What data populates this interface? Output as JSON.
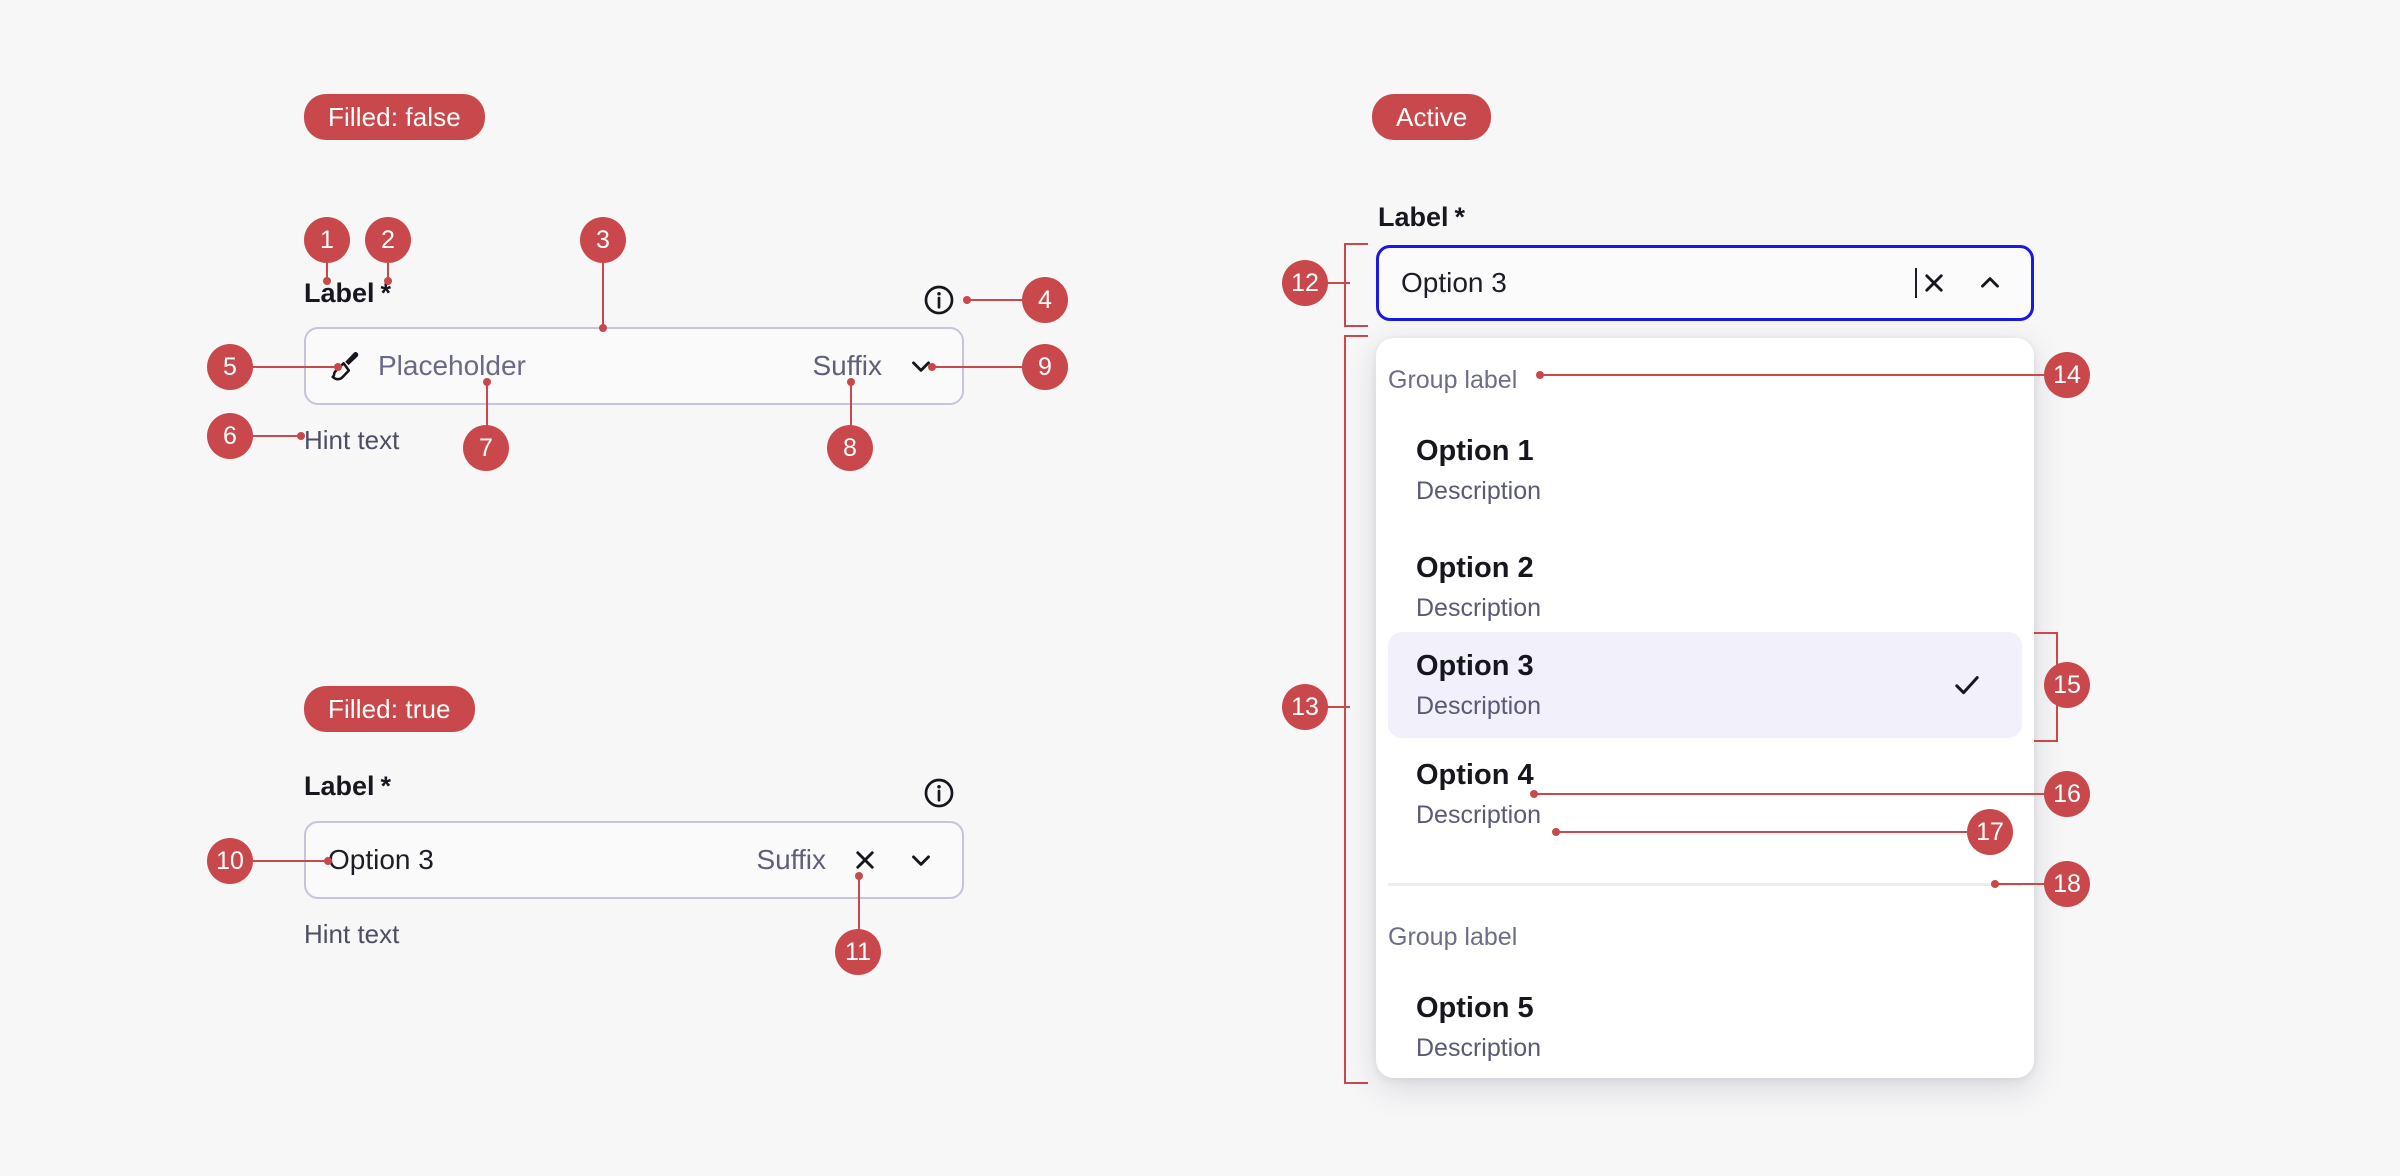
{
  "page": {
    "background": "#f7f7f8",
    "accent_marker_color": "#c9484c",
    "focus_border_color": "#1b18e0",
    "selected_row_color": "#f1f0fb",
    "border_color": "#c5c4da"
  },
  "sections": {
    "filled_false": {
      "badge": "Filled: false",
      "label": "Label",
      "required_mark": "*",
      "placeholder": "Placeholder",
      "suffix": "Suffix",
      "hint": "Hint text",
      "prefix_icon": "brush-icon",
      "info_icon": "info-circle-icon",
      "trailing_icon": "chevron-down-icon"
    },
    "filled_true": {
      "badge": "Filled: true",
      "label": "Label",
      "required_mark": "*",
      "value": "Option 3",
      "suffix": "Suffix",
      "hint": "Hint text",
      "info_icon": "info-circle-icon",
      "clear_icon": "close-x-icon",
      "trailing_icon": "chevron-down-icon"
    },
    "active": {
      "badge": "Active",
      "label": "Label",
      "required_mark": "*",
      "value": "Option 3",
      "clear_icon": "close-x-icon",
      "trailing_icon": "chevron-up-icon",
      "dropdown": {
        "groups": [
          {
            "label": "Group label",
            "options": [
              {
                "title": "Option 1",
                "description": "Description",
                "selected": false
              },
              {
                "title": "Option 2",
                "description": "Description",
                "selected": false
              },
              {
                "title": "Option 3",
                "description": "Description",
                "selected": true,
                "check_icon": "check-icon"
              },
              {
                "title": "Option 4",
                "description": "Description",
                "selected": false
              }
            ]
          },
          {
            "label": "Group label",
            "options": [
              {
                "title": "Option 5",
                "description": "Description",
                "selected": false
              }
            ]
          }
        ]
      }
    }
  },
  "markers": [
    {
      "n": "1",
      "target": "label-text"
    },
    {
      "n": "2",
      "target": "required-asterisk"
    },
    {
      "n": "3",
      "target": "input-container"
    },
    {
      "n": "4",
      "target": "info-icon"
    },
    {
      "n": "5",
      "target": "prefix-brush-icon"
    },
    {
      "n": "6",
      "target": "hint-text"
    },
    {
      "n": "7",
      "target": "placeholder-text"
    },
    {
      "n": "8",
      "target": "suffix-text"
    },
    {
      "n": "9",
      "target": "chevron-down-icon"
    },
    {
      "n": "10",
      "target": "selected-value-text"
    },
    {
      "n": "11",
      "target": "clear-x-icon"
    },
    {
      "n": "12",
      "target": "active-input-field"
    },
    {
      "n": "13",
      "target": "dropdown-panel"
    },
    {
      "n": "14",
      "target": "group-label"
    },
    {
      "n": "15",
      "target": "selected-option-row"
    },
    {
      "n": "16",
      "target": "option-title"
    },
    {
      "n": "17",
      "target": "option-description"
    },
    {
      "n": "18",
      "target": "group-divider"
    }
  ]
}
